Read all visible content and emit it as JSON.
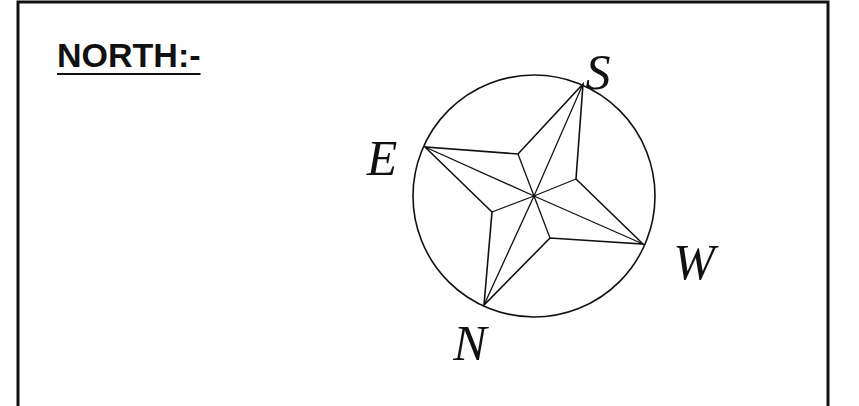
{
  "diagram": {
    "title": "NORTH:-",
    "labels": [
      "S",
      "E",
      "W",
      "N"
    ]
  }
}
